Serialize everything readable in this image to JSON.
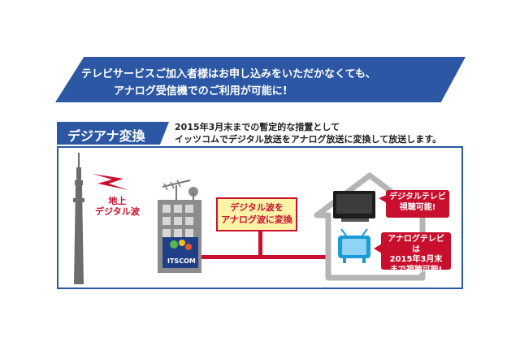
{
  "banner": {
    "line1": "テレビサービスご加入者様はお申し込みをいただかなくても、",
    "line2": "アナログ受信機でのご利用が可能に!"
  },
  "section": {
    "title": "デジアナ変換",
    "subtitle_line1": "2015年3月末までの暫定的な措置として",
    "subtitle_line2": "イッツコムでデジタル放送をアナログ放送に変換して放送します。"
  },
  "diagram": {
    "broadcast_label_line1": "地上",
    "broadcast_label_line2": "デジタル波",
    "converter_line1": "デジタル波を",
    "converter_line2": "アナログ波に変換",
    "logo": "ITSCOM",
    "digital_tv_line1": "デジタルテレビ",
    "digital_tv_line2": "視聴可能!",
    "analog_tv_line1": "アナログテレビは",
    "analog_tv_line2": "2015年3月末",
    "analog_tv_line3": "まで視聴可能!"
  },
  "colors": {
    "primary_blue": "#2b57a4",
    "accent_red": "#c8102e",
    "highlight_yellow": "#fff3a8"
  }
}
